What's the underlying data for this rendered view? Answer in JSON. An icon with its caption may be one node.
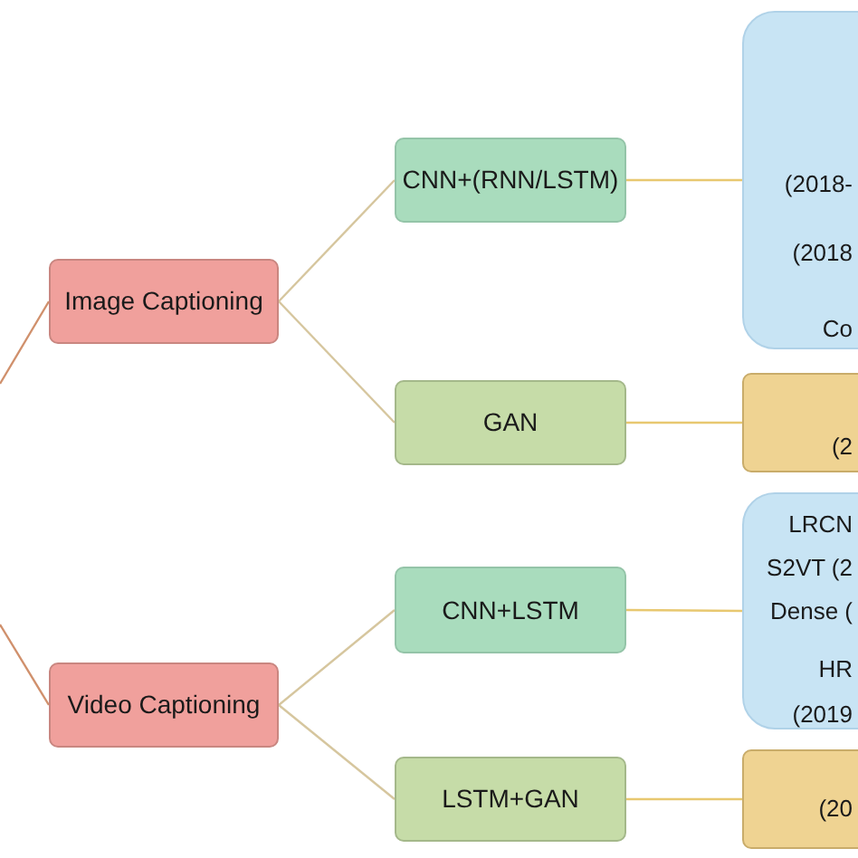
{
  "diagram": {
    "nodes": [
      {
        "text": [
          "Image Captioning"
        ]
      },
      {
        "text": [
          "CNN+(RNN/LSTM)"
        ]
      },
      {
        "text": [
          "GAN"
        ]
      },
      {
        "text": [
          "(2018-",
          "(2018",
          "Co"
        ]
      },
      {
        "text": [
          "(2"
        ]
      },
      {
        "text": [
          "Video Captioning"
        ]
      },
      {
        "text": [
          "CNN+LSTM"
        ]
      },
      {
        "text": [
          "LSTM+GAN"
        ]
      },
      {
        "text": [
          "LRCN",
          "S2VT (2",
          "Dense (",
          "HR",
          "(2019"
        ]
      },
      {
        "text": [
          "(20"
        ]
      }
    ],
    "edges": [
      {
        "from": null,
        "to": 0,
        "arrow": "none",
        "color": "#d0906c"
      },
      {
        "from": 0,
        "to": 1,
        "arrow": "none"
      },
      {
        "from": 0,
        "to": 2,
        "arrow": "none"
      },
      {
        "from": 1,
        "to": 3,
        "arrow": "none",
        "color": "#e8c870"
      },
      {
        "from": 2,
        "to": 4,
        "arrow": "none",
        "color": "#e8c870"
      },
      {
        "from": null,
        "to": 5,
        "arrow": "none",
        "color": "#d0906c"
      },
      {
        "from": 5,
        "to": 6,
        "arrow": "none"
      },
      {
        "from": 5,
        "to": 7,
        "arrow": "none"
      },
      {
        "from": 6,
        "to": 8,
        "arrow": "none",
        "color": "#e8c870"
      },
      {
        "from": 7,
        "to": 9,
        "arrow": "none",
        "color": "#e8c870"
      }
    ]
  }
}
